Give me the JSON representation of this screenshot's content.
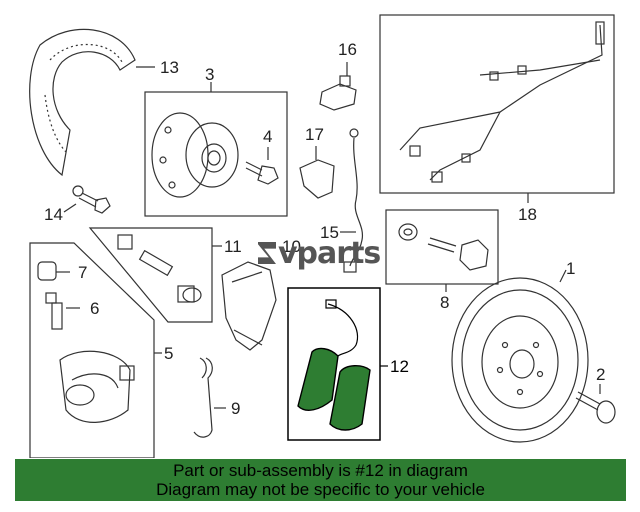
{
  "callouts": {
    "c1": "1",
    "c2": "2",
    "c3": "3",
    "c4": "4",
    "c5": "5",
    "c6": "6",
    "c7": "7",
    "c8": "8",
    "c9": "9",
    "c10": "10",
    "c11": "11",
    "c12": "12",
    "c13": "13",
    "c14": "14",
    "c15": "15",
    "c16": "16",
    "c17": "17",
    "c18": "18"
  },
  "highlight": {
    "part": "12",
    "color": "#2e7d32"
  },
  "logo": {
    "text": "vparts"
  },
  "banner": {
    "line1": "Part or sub-assembly is #12 in diagram",
    "line2": "Diagram may not be specific to your vehicle",
    "color": "#2e7d32"
  }
}
